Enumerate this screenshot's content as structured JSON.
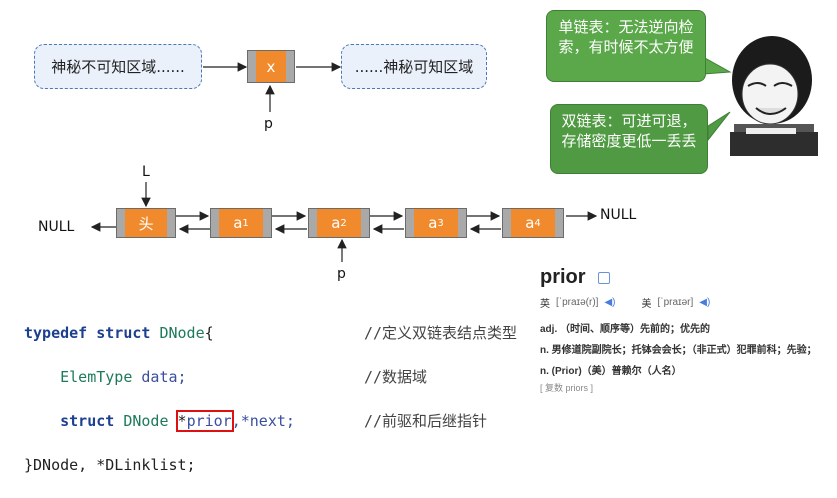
{
  "top_row": {
    "left_region": "神秘不可知区域......",
    "node_value": "x",
    "right_region": "......神秘可知区域",
    "pointer": "p"
  },
  "bubbles": {
    "single_list": "单链表：无法逆向检索，有时候不太方便",
    "double_list": "双链表：可进可退，存储密度更低一丢丢"
  },
  "dll": {
    "head_pointer": "L",
    "left_null": "NULL",
    "right_null": "NULL",
    "nodes": [
      {
        "label": "头",
        "sub": ""
      },
      {
        "label": "a",
        "sub": "1"
      },
      {
        "label": "a",
        "sub": "2"
      },
      {
        "label": "a",
        "sub": "3"
      },
      {
        "label": "a",
        "sub": "4"
      }
    ],
    "pointer": "p"
  },
  "code": {
    "line1_kw": "typedef struct",
    "line1_name": "DNode",
    "line1_brace": "{",
    "line2_type": "ElemType",
    "line2_field": "data;",
    "line3_kw": "struct",
    "line3_type": "DNode",
    "line3_star": "*",
    "line3_prior": "prior",
    "line3_rest": ",*next;",
    "line4": "}DNode, *DLinklist;",
    "comment1": "//定义双链表结点类型",
    "comment2": "//数据域",
    "comment3": "//前驱和后继指针"
  },
  "dictionary": {
    "word": "prior",
    "uk_label": "英",
    "uk_ipa": "[ˈpraɪə(r)]",
    "us_label": "美",
    "us_ipa": "[ˈpraɪər]",
    "adj": "adj. （时间、顺序等）先前的；优先的",
    "noun1": "n. 男修道院副院长；托钵会会长；（非正式）犯罪前科；先验；",
    "noun2": "n. (Prior)（美）普赖尔（人名）",
    "plural": "[ 复数 priors ]"
  },
  "colors": {
    "node_orange": "#f08a2c",
    "bubble_green": "#5aa84a",
    "dashed_blue": "#4a78b8",
    "highlight_red": "#d11111"
  }
}
